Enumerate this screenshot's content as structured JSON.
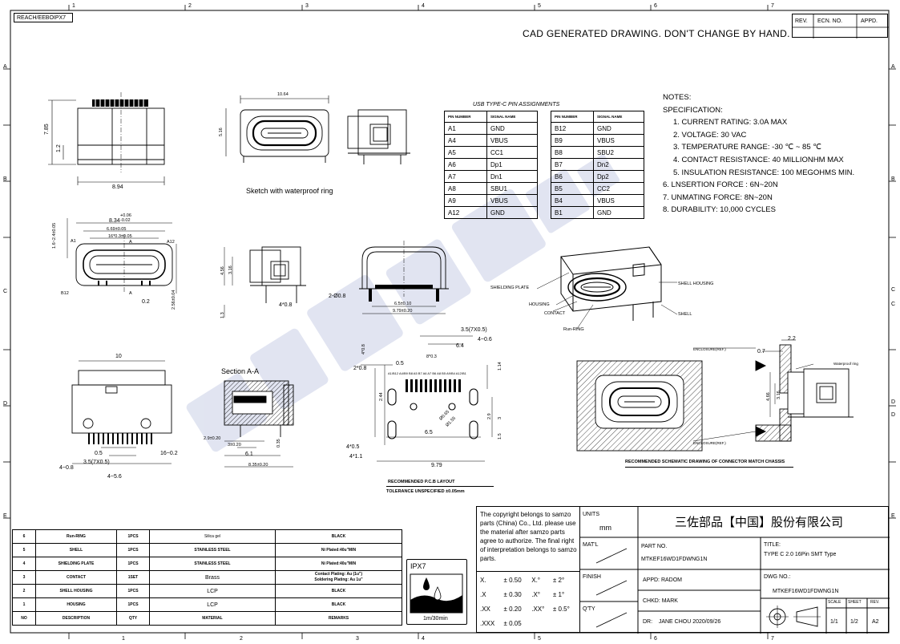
{
  "frame": {
    "top_numbers": [
      "1",
      "2",
      "3",
      "4",
      "5",
      "6",
      "7"
    ],
    "bottom_numbers": [
      "1",
      "2",
      "3",
      "4",
      "5",
      "6",
      "7"
    ],
    "left_letters": [
      "A",
      "B",
      "C",
      "D",
      "E"
    ],
    "right_letters": [
      "A",
      "B",
      "C",
      "C",
      "D",
      "D",
      "E"
    ]
  },
  "header": {
    "reach_tag": "REACH/EEBOIPX7",
    "cad_note": "CAD GENERATED DRAWING. DON'T CHANGE BY HAND.",
    "revision_table": {
      "rev": "REV.",
      "ecn": "ECN. NO.",
      "appd": "APPD."
    }
  },
  "pin_table": {
    "title": "USB TYPE-C PIN ASSIGNMENTS",
    "headers": [
      "PIN NUMBER",
      "SIGNAL NAME",
      "PIN NUMBER",
      "SIGNAL NAME"
    ],
    "rows": [
      [
        "A1",
        "GND",
        "B12",
        "GND"
      ],
      [
        "A4",
        "VBUS",
        "B9",
        "VBUS"
      ],
      [
        "A5",
        "CC1",
        "B8",
        "SBU2"
      ],
      [
        "A6",
        "Dp1",
        "B7",
        "Dn2"
      ],
      [
        "A7",
        "Dn1",
        "B6",
        "Dp2"
      ],
      [
        "A8",
        "SBU1",
        "B5",
        "CC2"
      ],
      [
        "A9",
        "VBUS",
        "B4",
        "VBUS"
      ],
      [
        "A12",
        "GND",
        "B1",
        "GND"
      ]
    ]
  },
  "notes": {
    "title": "NOTES:",
    "subtitle": "SPECIFICATION:",
    "items": [
      "1. CURRENT RATING: 3.0A MAX",
      "2. VOLTAGE: 30 VAC",
      "3. TEMPERATURE RANGE: -30 ℃ ~ 85 ℃",
      "4. CONTACT RESISTANCE: 40 MILLIONHM MAX",
      "5. INSULATION RESISTANCE: 100 MEGOHMS MIN.",
      "6. LNSERTION FORCE : 6N~20N",
      "7. UNMATING FORCE: 8N~20N",
      "8. DURABILITY:  10,000 CYCLES"
    ]
  },
  "views": {
    "top_view": {
      "dim_width": "8.94",
      "dim_height": "7.85",
      "dim_inner": "1.2"
    },
    "front_sketch": {
      "dim_width": "10.64",
      "dim_height": "5.16",
      "caption": "Sketch with waterproof ring"
    },
    "front_detail": {
      "dim_total": "8.34",
      "dim_total_tol": "+0.06\n-0.02",
      "dim_opening": "6.69±0.05",
      "dim_pitch": "16*0.3±0.05",
      "dim_side": "1.6~2.4±0.05",
      "dim_gap": "0.2",
      "dim_height": "2.56±0.04",
      "label_a1": "A1",
      "label_b12": "B12",
      "label_a12": "A12",
      "section_mark": "A"
    },
    "side_view": {
      "dim_h1": "4.56",
      "dim_h2": "3.16",
      "dim_base": "1.3",
      "dim_pins": "4*0.8"
    },
    "back_view": {
      "dim_hole": "2-Ø0.8",
      "dim_inner": "6.5±0.10",
      "dim_outer": "9.79±0.20"
    },
    "iso_labels": {
      "shielding_plate": "SHIELDING PLATE",
      "housing": "HOUSING",
      "contact": "CONTACT",
      "run_ring": "Run-RING",
      "shell_housing": "SHELL HOUSING",
      "shell": "SHELL"
    },
    "bottom_view": {
      "dim_top": "10",
      "dim_05": "0.5",
      "dim_pitch": "3.5(7X0.5)",
      "dim_pin16": "16~0.2",
      "dim_pin4": "4~0.8",
      "dim_pin45": "4~5.6"
    },
    "section": {
      "title": "Section A-A",
      "dim_29": "2.9±0.20",
      "dim_3": "3±0.20",
      "dim_61": "6.1",
      "dim_835": "8.35±0.20",
      "dim_035": "0.35"
    },
    "pcb_layout": {
      "dim_35": "3.5(7X0.5)",
      "dim_64": "6.4",
      "dim_406": "4~0.6",
      "dim_408": "4*0.8",
      "dim_208": "2*0.8",
      "dim_05": "0.5",
      "dim_803": "8*0.3",
      "dim_114": "1.14",
      "dim_244": "2.44",
      "dim_29": "2.9",
      "dim_3": "3",
      "dim_15": "1.5",
      "dim_65": "6.5",
      "dim_405": "4*0.5",
      "dim_411": "4*1.1",
      "dim_979": "9.79",
      "dim_phi": "Ø0.65",
      "dim_phi2": "Ø1.55",
      "pad_labels": "A1/B12 A4/B9 B8 A5 B7 A6 A7 B6 A8 B5 A9/B4 A12/B1",
      "caption": "RECOMMENDED P.C.B LAYOUT",
      "tolerance": "TOLERANCE UNSPECIFIED ±0.05mm"
    },
    "chassis": {
      "dim_22": "2.2",
      "dim_07": "0.7",
      "dim_466": "4.66",
      "dim_316": "3.16",
      "enclosure_top": "ENCLOSURE(REF.)",
      "enclosure_bottom": "ENCLOSURE(REF.)",
      "waterproof": "Waterproof ring",
      "caption": "RECOMMENDED SCHEMATIC DRAWING OF CONNECTOR MATCH CHASSIS"
    }
  },
  "bom": {
    "rows": [
      [
        "6",
        "Run-RING",
        "1PCS",
        "Silica gel",
        "BLACK"
      ],
      [
        "5",
        "SHELL",
        "1PCS",
        "STAINLESS STEEL",
        "Ni Plated:40u\"MIN"
      ],
      [
        "4",
        "SHIELDING PLATE",
        "1PCS",
        "STAINLESS STEEL",
        "Ni Plated:40u\"MIN"
      ],
      [
        "3",
        "CONTACT",
        "1SET",
        "Brass",
        "Contact Plating: Au (1u\")\nSoldering Plating: Au 1u\""
      ],
      [
        "2",
        "SHELL HOUSING",
        "1PCS",
        "LCP",
        "BLACK"
      ],
      [
        "1",
        "HOUSING",
        "1PCS",
        "LCP",
        "BLACK"
      ]
    ],
    "header": [
      "NO",
      "DESCRIPTION",
      "QTY",
      "MATERIAL",
      "REMARKS"
    ]
  },
  "ipx": {
    "label": "IPX7",
    "depth": "1m/30min"
  },
  "copyright": "The copyright belongs to samzo parts (China) Co., Ltd. please use the material after samzo parts agree to authorize. The final right of interpretation belongs to samzo parts.",
  "tolerances": {
    "rows": [
      [
        "X.",
        "± 0.50",
        "X.°",
        "± 2°"
      ],
      [
        ".X",
        "± 0.30",
        ".X°",
        "± 1°"
      ],
      [
        ".XX",
        "± 0.20",
        ".XX°",
        "± 0.5°"
      ],
      [
        ".XXX",
        "± 0.05",
        "",
        ""
      ]
    ]
  },
  "title_block": {
    "units_label": "UNITS",
    "units_value": "mm",
    "matl_label": "MAT'L",
    "finish_label": "FINISH",
    "qty_label": "Q'TY",
    "company": "三佐部品【中国】股份有限公司",
    "part_no_label": "PART NO.",
    "part_no_value": "MTKEF16WD1FDWNG1N",
    "title_label": "TITLE:",
    "title_value": "TYPE C 2.0 16Pin  SMT Type",
    "appd": "APPD:  RADOM",
    "chkd": "CHKD:  MARK",
    "dr": "DR:    JANE CHOU 2020/09/26",
    "dwg_label": "DWG NO.:",
    "dwg_value": "MTKEF16WD1FDWNG1N",
    "scale_label": "SCALE",
    "scale_value": "1/1",
    "sheet_label": "SHEET",
    "sheet_value": "1/2",
    "rev_label": "REV.",
    "rev_value": "A2"
  }
}
